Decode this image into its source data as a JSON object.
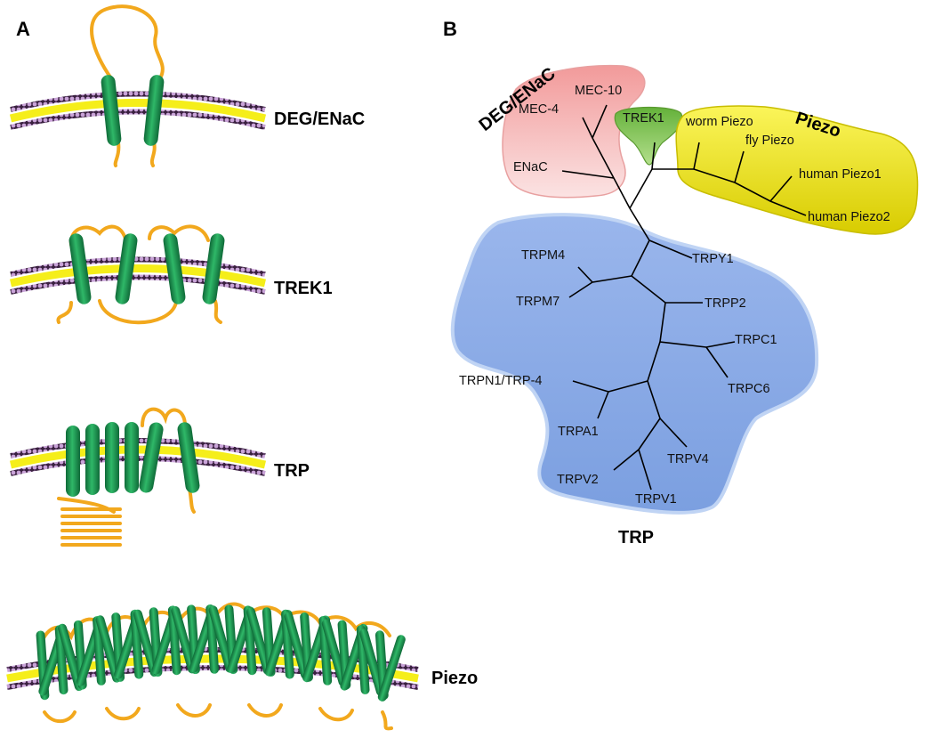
{
  "panels": {
    "a": "A",
    "b": "B"
  },
  "panel_a": {
    "channels": [
      {
        "name": "DEG/ENaC"
      },
      {
        "name": "TREK1"
      },
      {
        "name": "TRP"
      },
      {
        "name": "Piezo"
      }
    ]
  },
  "panel_b": {
    "group_labels": {
      "deg": "DEG/ENaC",
      "piezo": "Piezo",
      "trp": "TRP"
    },
    "leaves": {
      "mec10": "MEC-10",
      "mec4": "MEC-4",
      "enac": "ENaC",
      "trek1": "TREK1",
      "worm_piezo": "worm Piezo",
      "fly_piezo": "fly Piezo",
      "human_piezo1": "human Piezo1",
      "human_piezo2": "human Piezo2",
      "trpm4": "TRPM4",
      "trpm7": "TRPM7",
      "trpy1": "TRPY1",
      "trpp2": "TRPP2",
      "trpc1": "TRPC1",
      "trpc6": "TRPC6",
      "trpn1": "TRPN1/TRP-4",
      "trpa1": "TRPA1",
      "trpv4": "TRPV4",
      "trpv2": "TRPV2",
      "trpv1": "TRPV1"
    }
  },
  "colors": {
    "membrane_core": "#f5ee1a",
    "lipid_head": "#c9a3d8",
    "lipid_dark": "#3a2040",
    "helix": "#1f9150",
    "loop": "#f2a81d",
    "deg_region": "#f2b3b3",
    "trek_region": "#7cc24a",
    "piezo_region": "#f2ea1a",
    "trp_region": "#8aabe6"
  }
}
